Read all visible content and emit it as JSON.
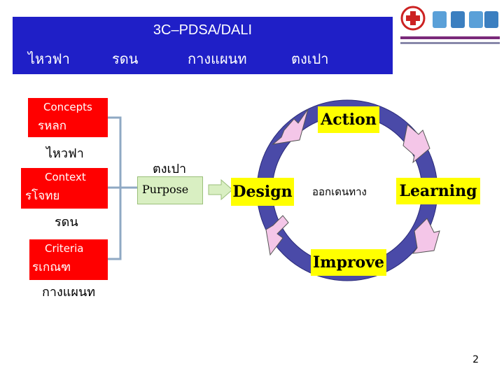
{
  "banner": {
    "title": "3C–PDSA/DALI",
    "words": [
      "ไหวฟา",
      "รดน",
      "กางแผนท",
      "ตงเปา"
    ]
  },
  "left": {
    "concepts": {
      "en": "Concepts",
      "th": "รหลก",
      "below": "ไหวฟา"
    },
    "context": {
      "en": "Context",
      "th": "รโจทย",
      "below": "รดน"
    },
    "criteria": {
      "en": "Criteria",
      "th": "รเกณฑ",
      "below": "กางแผนท"
    }
  },
  "purpose": {
    "above": "ตงเปา",
    "label": "Purpose"
  },
  "cycle": {
    "design": "Design",
    "action": "Action",
    "learning_label": "ออกเดนทาง",
    "learning": "Learning",
    "improve": "Improve"
  },
  "page_number": "2",
  "colors": {
    "banner": "#1f1fc7",
    "red": "#ff0000",
    "green": "#d9efc2",
    "yellow": "#ffff00",
    "ring": "#4a4aa8",
    "arrow": "#f4c6e8"
  }
}
